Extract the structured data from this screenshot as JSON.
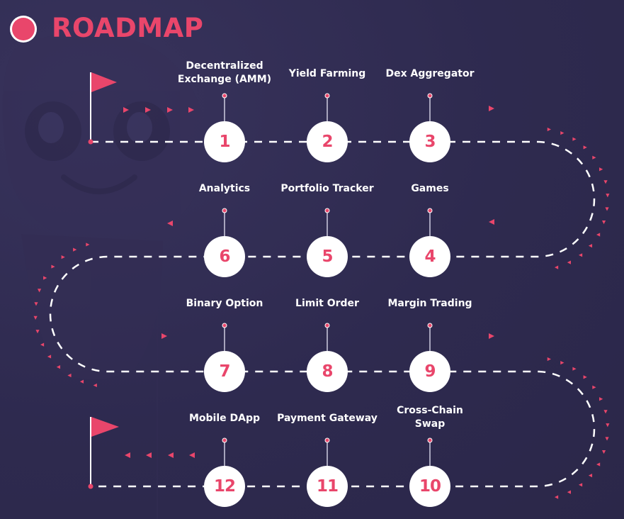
{
  "header": {
    "title": "ROADMAP"
  },
  "colors": {
    "background": "#2e2a4f",
    "accent": "#e9466b",
    "node": "#ffffff",
    "path": "#ffffff"
  },
  "icons": {
    "start": "flag-icon",
    "finish": "flag-icon"
  },
  "milestones": [
    {
      "number": "1",
      "label": "Decentralized Exchange (AMM)"
    },
    {
      "number": "2",
      "label": "Yield Farming"
    },
    {
      "number": "3",
      "label": "Dex Aggregator"
    },
    {
      "number": "4",
      "label": "Games"
    },
    {
      "number": "5",
      "label": "Portfolio Tracker"
    },
    {
      "number": "6",
      "label": "Analytics"
    },
    {
      "number": "7",
      "label": "Binary Option"
    },
    {
      "number": "8",
      "label": "Limit Order"
    },
    {
      "number": "9",
      "label": "Margin Trading"
    },
    {
      "number": "10",
      "label": "Cross-Chain Swap"
    },
    {
      "number": "11",
      "label": "Payment Gateway"
    },
    {
      "number": "12",
      "label": "Mobile DApp"
    }
  ]
}
